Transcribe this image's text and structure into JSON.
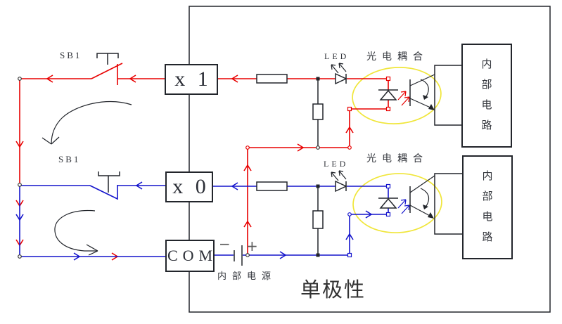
{
  "colors": {
    "wire_active": "#e80000",
    "wire_return": "#1414cc",
    "ink": "#22252b",
    "highlight": "#f0e63a",
    "text": "#2e3138",
    "battery_sign": "#5a5a5a"
  },
  "terminals": {
    "x1": "x 1",
    "x0": "x 0",
    "com": "COM"
  },
  "switches": {
    "top": "SB1",
    "bottom": "SB1"
  },
  "leds": {
    "top": "LED",
    "bottom": "LED"
  },
  "optocouplers": {
    "top": "光电耦合",
    "bottom": "光电耦合"
  },
  "internal_circuits": {
    "top": "内部电路",
    "bottom": "内部电路"
  },
  "power_supply": {
    "minus": "−",
    "plus": "+",
    "label": "内部电源"
  },
  "enclosure": {
    "caption": "单极性"
  }
}
